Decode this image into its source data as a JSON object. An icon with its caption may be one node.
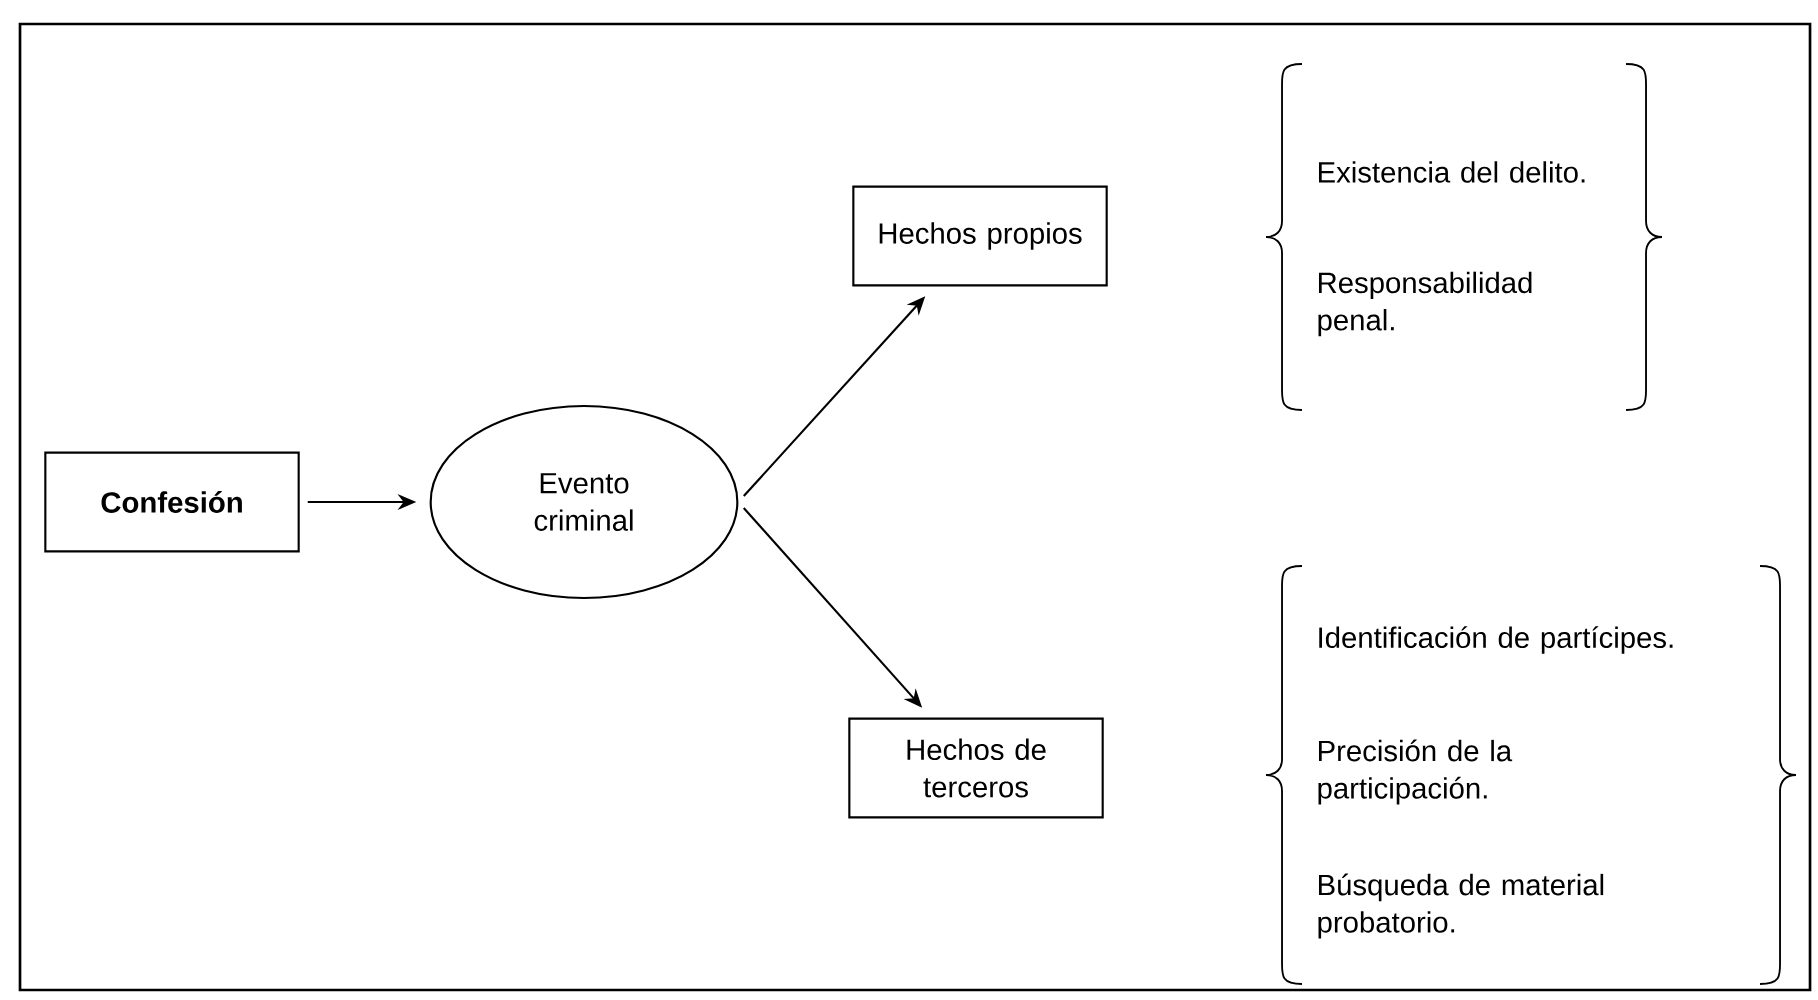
{
  "diagram": {
    "nodes": [
      {
        "text": [
          "Confesión"
        ]
      },
      {
        "text": [
          "Evento criminal"
        ]
      },
      {
        "text": [
          "Hechos propios"
        ]
      },
      {
        "text": [
          "Hechos de terceros"
        ]
      }
    ],
    "edges": [
      {
        "from": 0,
        "to": 1,
        "arrow": "to"
      },
      {
        "from": 1,
        "to": 2,
        "arrow": "to"
      },
      {
        "from": 1,
        "to": 3,
        "arrow": "to"
      }
    ],
    "labels": [
      "Existencia del delito.",
      "Responsabilidad penal.",
      "Identificación de partícipes.",
      "Precisión de la participación.",
      "Búsqueda de material probatorio."
    ]
  }
}
